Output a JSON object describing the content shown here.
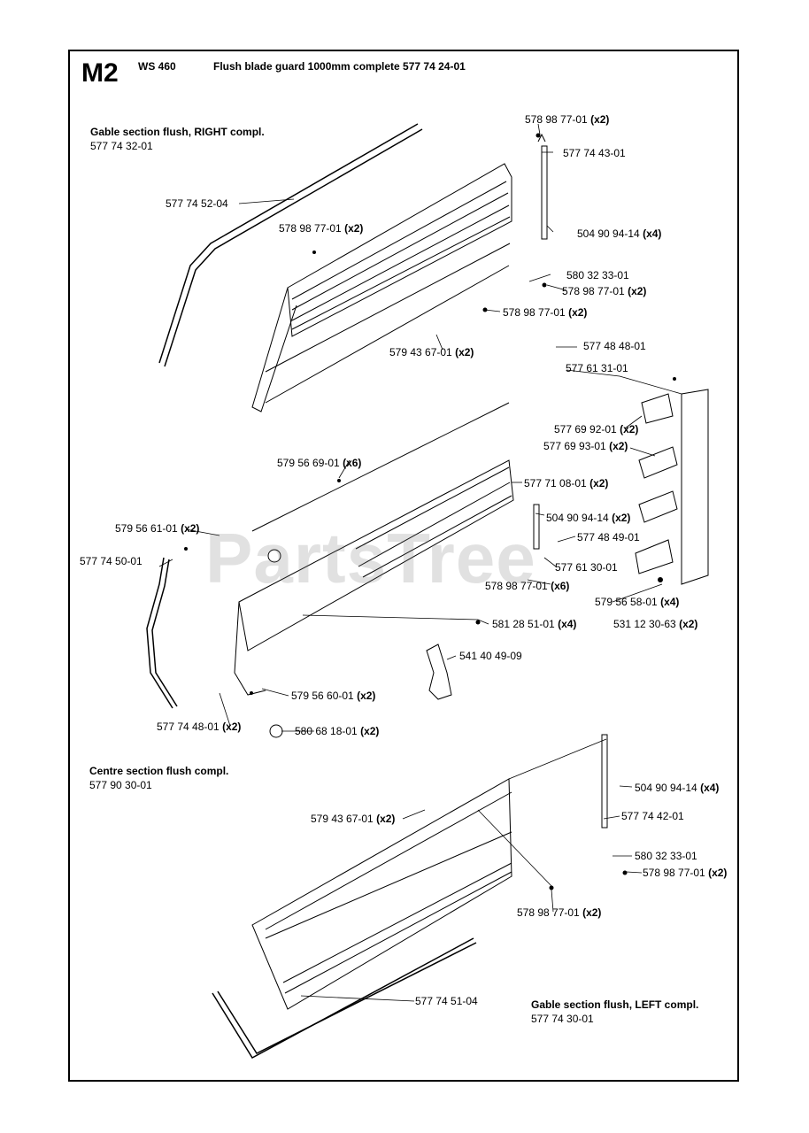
{
  "header": {
    "code": "M2",
    "model": "WS 460",
    "title": "Flush blade guard 1000mm complete 577 74 24-01"
  },
  "groups": {
    "right": {
      "title": "Gable section flush, RIGHT compl.",
      "number": "577 74 32-01"
    },
    "centre": {
      "title": "Centre section flush compl.",
      "number": "577 90 30-01"
    },
    "left": {
      "title": "Gable section flush, LEFT compl.",
      "number": "577 74 30-01"
    }
  },
  "watermark": "PartsTree",
  "callouts": [
    {
      "part": "578 98 77-01",
      "qty": "(x2)"
    },
    {
      "part": "577 74 43-01",
      "qty": ""
    },
    {
      "part": "577 74 52-04",
      "qty": ""
    },
    {
      "part": "578 98 77-01",
      "qty": "(x2)"
    },
    {
      "part": "504 90 94-14",
      "qty": "(x4)"
    },
    {
      "part": "580 32 33-01",
      "qty": ""
    },
    {
      "part": "578 98 77-01",
      "qty": "(x2)"
    },
    {
      "part": "578 98 77-01",
      "qty": "(x2)"
    },
    {
      "part": "579 43 67-01",
      "qty": "(x2)"
    },
    {
      "part": "577 48 48-01",
      "qty": ""
    },
    {
      "part": "577 61 31-01",
      "qty": ""
    },
    {
      "part": "577 69 92-01",
      "qty": "(x2)"
    },
    {
      "part": "577 69 93-01",
      "qty": "(x2)"
    },
    {
      "part": "579 56 69-01",
      "qty": "(x6)"
    },
    {
      "part": "577 71 08-01",
      "qty": "(x2)"
    },
    {
      "part": "504 90 94-14",
      "qty": "(x2)"
    },
    {
      "part": "579 56 61-01",
      "qty": "(x2)"
    },
    {
      "part": "577 48 49-01",
      "qty": ""
    },
    {
      "part": "577 74 50-01",
      "qty": ""
    },
    {
      "part": "577 61 30-01",
      "qty": ""
    },
    {
      "part": "578 98 77-01",
      "qty": "(x6)"
    },
    {
      "part": "579 56 58-01",
      "qty": "(x4)"
    },
    {
      "part": "581 28 51-01",
      "qty": "(x4)"
    },
    {
      "part": "531 12 30-63",
      "qty": "(x2)"
    },
    {
      "part": "541 40 49-09",
      "qty": ""
    },
    {
      "part": "579 56 60-01",
      "qty": "(x2)"
    },
    {
      "part": "577 74 48-01",
      "qty": "(x2)"
    },
    {
      "part": "580 68 18-01",
      "qty": "(x2)"
    },
    {
      "part": "504 90 94-14",
      "qty": "(x4)"
    },
    {
      "part": "579 43 67-01",
      "qty": "(x2)"
    },
    {
      "part": "577 74 42-01",
      "qty": ""
    },
    {
      "part": "580 32 33-01",
      "qty": ""
    },
    {
      "part": "578 98 77-01",
      "qty": "(x2)"
    },
    {
      "part": "578 98 77-01",
      "qty": "(x2)"
    },
    {
      "part": "577 74 51-04",
      "qty": ""
    }
  ]
}
